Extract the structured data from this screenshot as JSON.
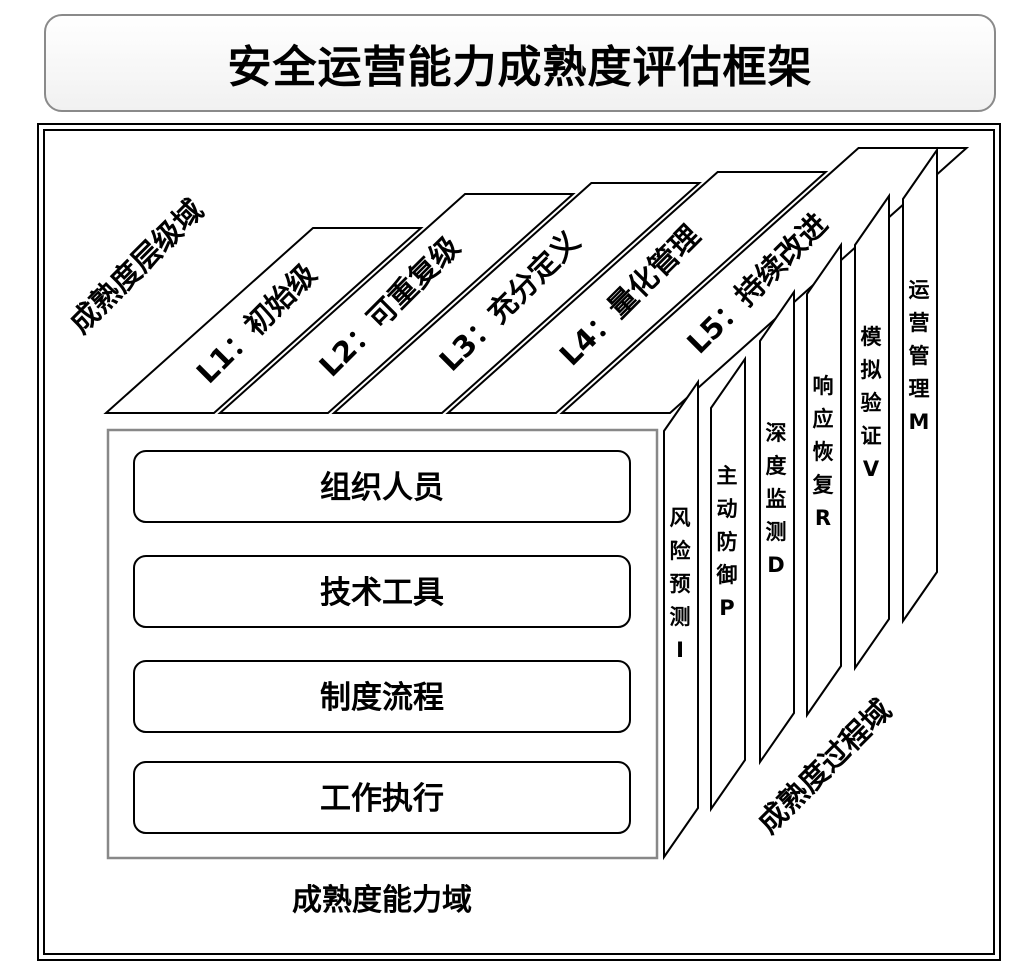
{
  "title": "安全运营能力成熟度评估框架",
  "levels_domain_label": "成熟度层级域",
  "levels": [
    {
      "label": "L1：初始级"
    },
    {
      "label": "L2：可重复级"
    },
    {
      "label": "L3：充分定义"
    },
    {
      "label": "L4：量化管理"
    },
    {
      "label": "L5：持续改进"
    }
  ],
  "capability_domain_label": "成熟度能力域",
  "capabilities": [
    {
      "label": "组织人员"
    },
    {
      "label": "技术工具"
    },
    {
      "label": "制度流程"
    },
    {
      "label": "工作执行"
    }
  ],
  "process_domain_label": "成熟度过程域",
  "processes": [
    {
      "label": "风险预测I",
      "chars": [
        "风",
        "险",
        "预",
        "测",
        "I"
      ]
    },
    {
      "label": "主动防御P",
      "chars": [
        "主",
        "动",
        "防",
        "御",
        "P"
      ]
    },
    {
      "label": "深度监测D",
      "chars": [
        "深",
        "度",
        "监",
        "测",
        "D"
      ]
    },
    {
      "label": "响应恢复R",
      "chars": [
        "响",
        "应",
        "恢",
        "复",
        "R"
      ]
    },
    {
      "label": "模拟验证V",
      "chars": [
        "模",
        "拟",
        "验",
        "证",
        "V"
      ]
    },
    {
      "label": "运营管理M",
      "chars": [
        "运",
        "营",
        "管",
        "理",
        "M"
      ]
    }
  ]
}
